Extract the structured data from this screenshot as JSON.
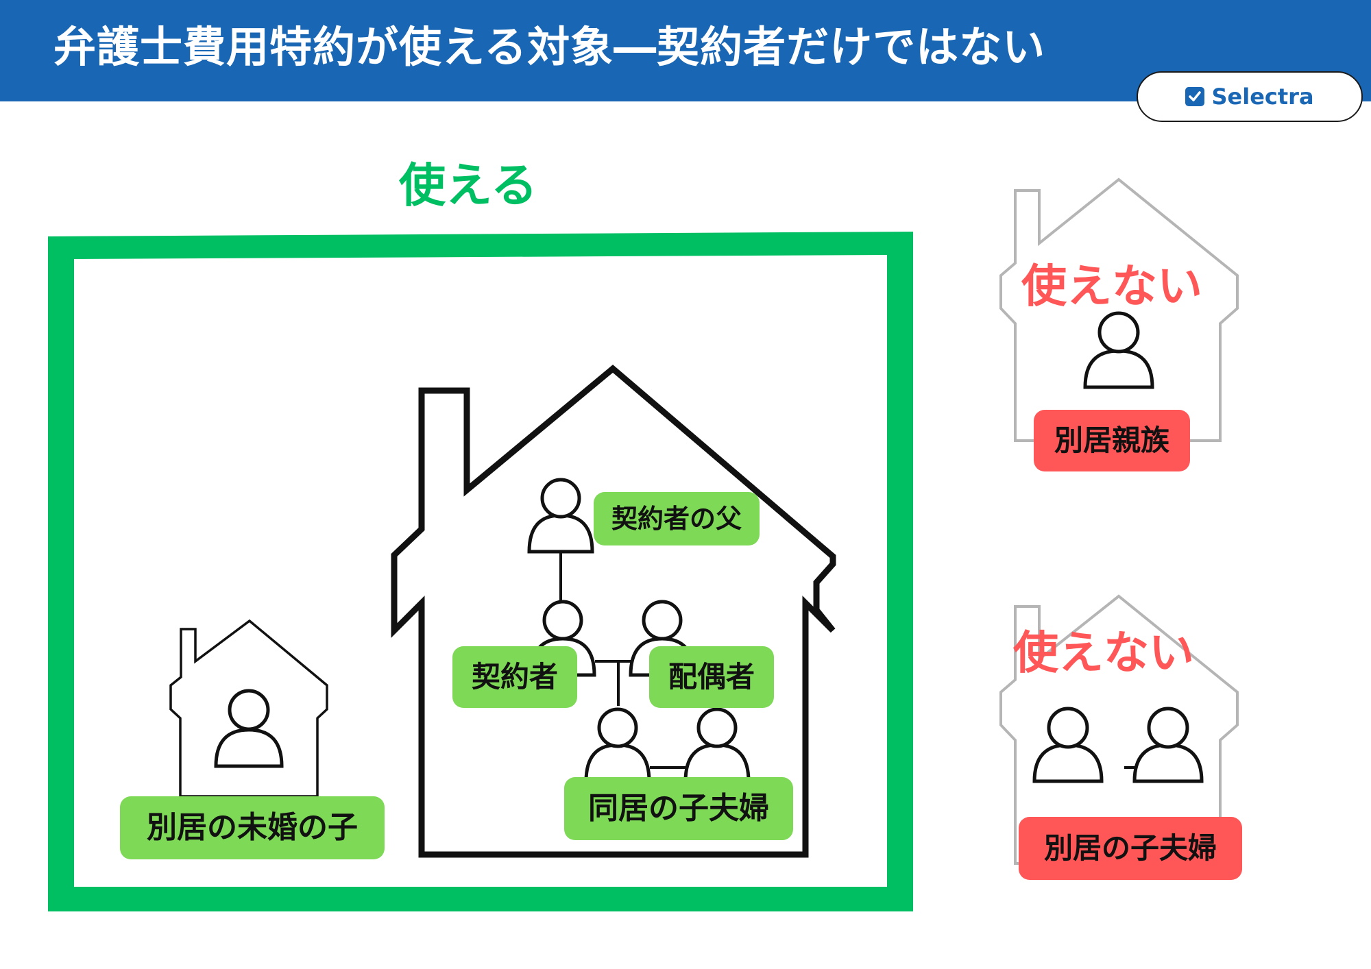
{
  "header": {
    "title": "弁護士費用特約が使える対象―契約者だけではない"
  },
  "logo": {
    "name": "Selectra",
    "icon": "checkbox-icon"
  },
  "covered": {
    "heading": "使える",
    "labels": {
      "father": "契約者の父",
      "policyholder": "契約者",
      "spouse": "配偶者",
      "cohabiting_couple": "同居の子夫婦",
      "separate_unmarried_child": "別居の未婚の子"
    }
  },
  "not_covered": [
    {
      "heading": "使えない",
      "label": "別居親族"
    },
    {
      "heading": "使えない",
      "label": "別居の子夫婦"
    }
  ],
  "colors": {
    "header": "#1866b4",
    "covered_frame": "#00bf63",
    "covered_label": "#7ed957",
    "not_covered_text": "#ff5757",
    "not_covered_label": "#ff5757",
    "gray_house": "#b5b5b5"
  }
}
